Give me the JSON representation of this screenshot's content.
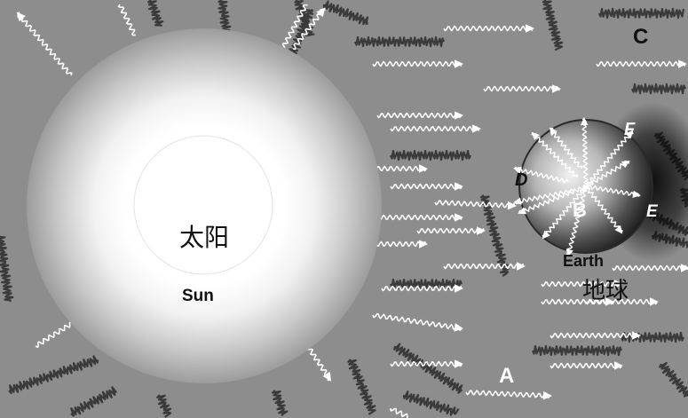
{
  "sun": {
    "label_cn": "太阳",
    "label_en": "Sun"
  },
  "earth": {
    "label_en": "Earth",
    "label_cn": "地球"
  },
  "markers": {
    "a": "A",
    "b": "B",
    "c": "C",
    "d": "D",
    "e": "E",
    "f": "F"
  }
}
